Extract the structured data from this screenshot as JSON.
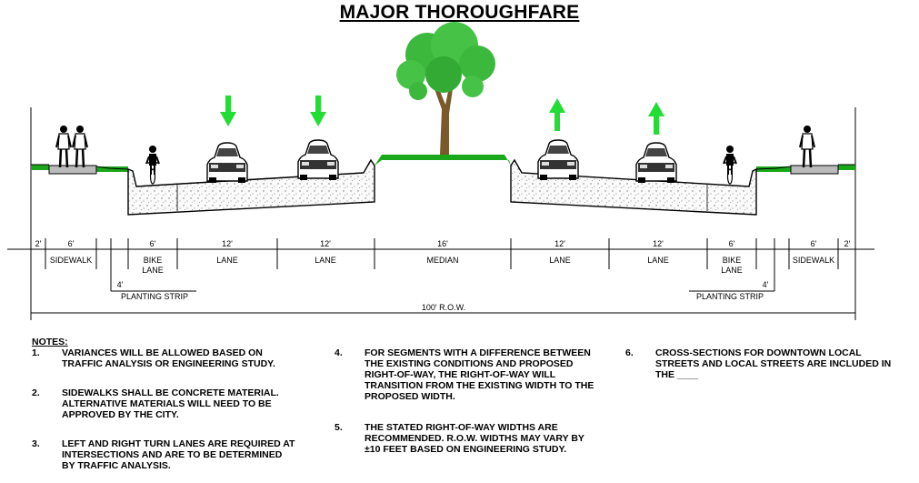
{
  "title": "MAJOR THOROUGHFARE",
  "dimensions": [
    "2'",
    "6'",
    "6'",
    "12'",
    "12'",
    "16'",
    "12'",
    "12'",
    "6'",
    "6'",
    "2'"
  ],
  "labels": {
    "sidewalk_left": "SIDEWALK",
    "bike_lane_left": "BIKE\nLANE",
    "lane1": "LANE",
    "lane2": "LANE",
    "median": "MEDIAN",
    "lane3": "LANE",
    "lane4": "LANE",
    "bike_lane_right": "BIKE\nLANE",
    "sidewalk_right": "SIDEWALK"
  },
  "planting_strip": {
    "width": "4'",
    "label": "PLANTING STRIP"
  },
  "row": "100' R.O.W.",
  "notes_heading": "NOTES:",
  "notes": [
    {
      "num": "1.",
      "text": "VARIANCES WILL BE ALLOWED BASED ON\nTRAFFIC ANALYSIS OR ENGINEERING STUDY."
    },
    {
      "num": "2.",
      "text": "SIDEWALKS SHALL BE CONCRETE MATERIAL.\nALTERNATIVE MATERIALS WILL NEED TO BE\nAPPROVED BY THE CITY."
    },
    {
      "num": "3.",
      "text": "LEFT AND RIGHT TURN LANES ARE REQUIRED AT\nINTERSECTIONS AND ARE TO BE DETERMINED\nBY TRAFFIC ANALYSIS."
    },
    {
      "num": "4.",
      "text": "FOR SEGMENTS WITH A DIFFERENCE BETWEEN\nTHE EXISTING CONDITIONS AND PROPOSED\nRIGHT-OF-WAY, THE RIGHT-OF-WAY WILL\nTRANSITION FROM THE EXISTING WIDTH TO THE\nPROPOSED WIDTH."
    },
    {
      "num": "5.",
      "text": "THE STATED RIGHT-OF-WAY WIDTHS ARE\nRECOMMENDED. R.O.W. WIDTHS MAY VARY BY\n±10 FEET BASED ON ENGINEERING STUDY."
    },
    {
      "num": "6.",
      "text": "CROSS-SECTIONS FOR DOWNTOWN LOCAL\nSTREETS AND LOCAL STREETS ARE INCLUDED IN\nTHE ____"
    }
  ],
  "colors": {
    "grass": "#1aa81a",
    "arrow": "#22dd33",
    "tree": "#3cb83c",
    "trunk": "#7a5a2a"
  }
}
